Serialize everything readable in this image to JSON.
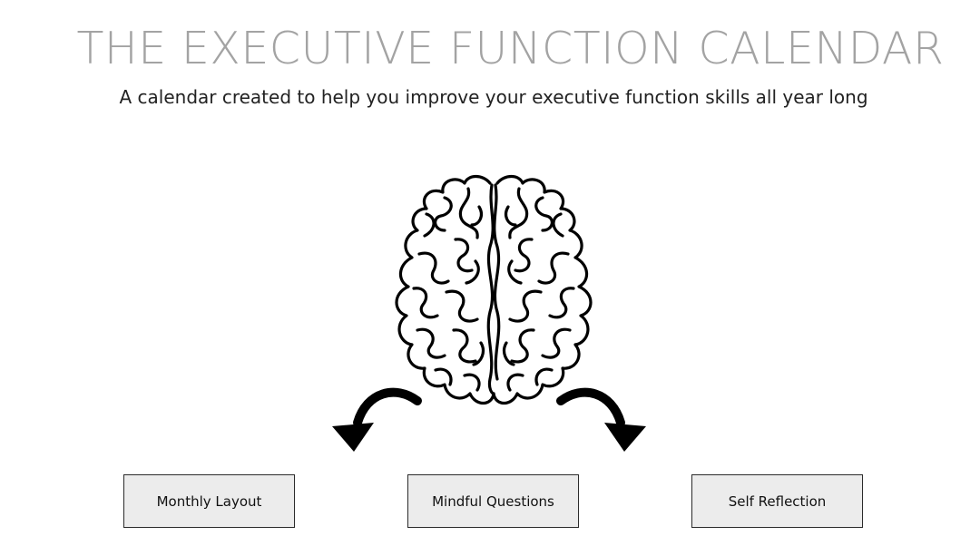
{
  "header": {
    "title": "THE EXECUTIVE FUNCTION CALENDAR",
    "subtitle": "A calendar created to help you improve your executive function skills all year long"
  },
  "graphics": {
    "center_image": "brain-icon",
    "left_arrow": "curved-arrow-down-left-icon",
    "right_arrow": "curved-arrow-down-right-icon",
    "stroke_color": "#000000"
  },
  "buttons": [
    {
      "label": "Monthly Layout"
    },
    {
      "label": "Mindful Questions"
    },
    {
      "label": "Self Reflection"
    }
  ],
  "colors": {
    "title": "#a3a3a3",
    "button_background": "#ececec",
    "button_border": "#2b2b2b"
  }
}
